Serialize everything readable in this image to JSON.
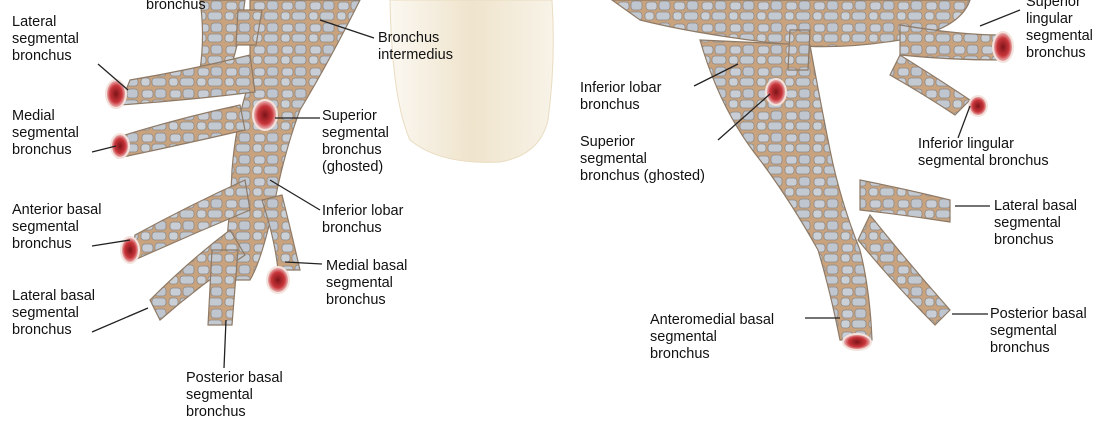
{
  "colors": {
    "cartilage": "#c8ccd2",
    "mucosa_tan": "#c9a27e",
    "lumen_red": "#c8353a",
    "vessel_beige": "#efe6d2",
    "leader": "#222222"
  },
  "left_panel": {
    "labels": {
      "top_bronchus": "bronchus",
      "lateral_segmental": "Lateral\nsegmental\nbronchus",
      "medial_segmental": "Medial\nsegmental\nbronchus",
      "anterior_basal": "Anterior basal\nsegmental\nbronchus",
      "lateral_basal": "Lateral basal\nsegmental\nbronchus",
      "posterior_basal": "Posterior basal\nsegmental\nbronchus",
      "bronchus_intermedius": "Bronchus\nintermedius",
      "superior_segmental": "Superior\nsegmental\nbronchus\n(ghosted)",
      "inferior_lobar": "Inferior lobar\nbronchus",
      "medial_basal": "Medial basal\nsegmental\nbronchus"
    }
  },
  "right_panel": {
    "labels": {
      "superior_lingular": "Superior\nlingular\nsegmental\nbronchus",
      "inferior_lobar": "Inferior lobar\nbronchus",
      "superior_segmental": "Superior\nsegmental\nbronchus (ghosted)",
      "inferior_lingular": "Inferior lingular\nsegmental bronchus",
      "lateral_basal": "Lateral basal\nsegmental\nbronchus",
      "anteromedial_basal": "Anteromedial basal\nsegmental\nbronchus",
      "posterior_basal": "Posterior basal\nsegmental\nbronchus"
    }
  }
}
